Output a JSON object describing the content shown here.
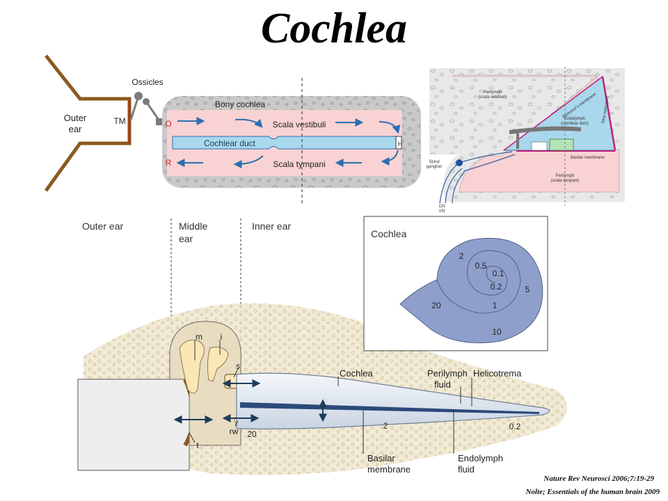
{
  "title": "Cochlea",
  "top_diagram": {
    "outer_ear": [
      "Outer",
      "ear"
    ],
    "tm": "TM",
    "ossicles": "Ossicles",
    "bony_cochlea": "Bony cochlea",
    "oval_window": "O",
    "round_window": "R",
    "helicotrema_mark": "H",
    "scala_vestibuli": "Scala vestibuli",
    "cochlear_duct": "Cochlear duct",
    "scala_tympani": "Scala tympani"
  },
  "cross_section": {
    "perilymph_top": [
      "Perilymph",
      "(scala vestibuli)"
    ],
    "reissners_membrane": "Reissner's membrane",
    "stria_vascularis": "Stria vascularis",
    "endolymph": [
      "Endolymph",
      "(cochlear duct)"
    ],
    "basilar_membrane": "Basilar membrane",
    "spiral_ganglion": [
      "Spiral",
      "ganglion"
    ],
    "perilymph_bottom": [
      "Perilymph",
      "(scala tympani)"
    ],
    "cn_viii": [
      "CN",
      "VIII"
    ]
  },
  "lower_diagram": {
    "outer_ear": "Outer ear",
    "middle_ear": [
      "Middle",
      "ear"
    ],
    "inner_ear": "Inner ear",
    "m": "m",
    "i": "i",
    "s": "s",
    "t": "t",
    "rw": "rw",
    "cochlea": "Cochlea",
    "perilymph_fluid": [
      "Perilymph",
      "fluid"
    ],
    "helicotrema": "Helicotrema",
    "basilar_membrane": [
      "Basilar",
      "membrane"
    ],
    "endolymph_fluid": [
      "Endolymph",
      "fluid"
    ],
    "freq_20": "20",
    "freq_2": "2",
    "freq_0_2": "0.2"
  },
  "spiral_inset": {
    "title": "Cochlea",
    "labels": [
      "2",
      "0.5",
      "0.1",
      "0.2",
      "5",
      "20",
      "1",
      "10"
    ]
  },
  "citations": [
    "Nature Rev Neurosci 2006;7:19-29",
    "Nolte; Essentials of the human brain 2009"
  ],
  "colors": {
    "pink_fluid": "#f9d2d3",
    "blue_duct": "#a9d7ec",
    "arrow_blue": "#2a6fb1",
    "spiral_fill": "#8f9fcc",
    "bone_fill": "#ece2c8",
    "ear_brown": "#8b5a1f"
  }
}
